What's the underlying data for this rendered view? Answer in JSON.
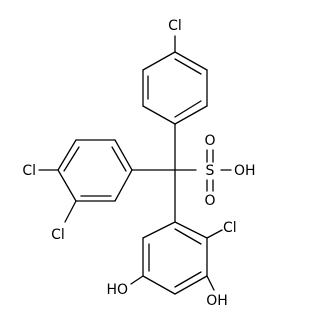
{
  "molecule": {
    "atoms": {
      "cl_top": "Cl",
      "cl_left_upper": "Cl",
      "cl_left_lower": "Cl",
      "cl_right": "Cl",
      "sulfur": "S",
      "o_top": "O",
      "o_bottom": "O",
      "oh_sulfonic": "OH",
      "oh_left": "HO",
      "oh_right": "OH"
    }
  }
}
